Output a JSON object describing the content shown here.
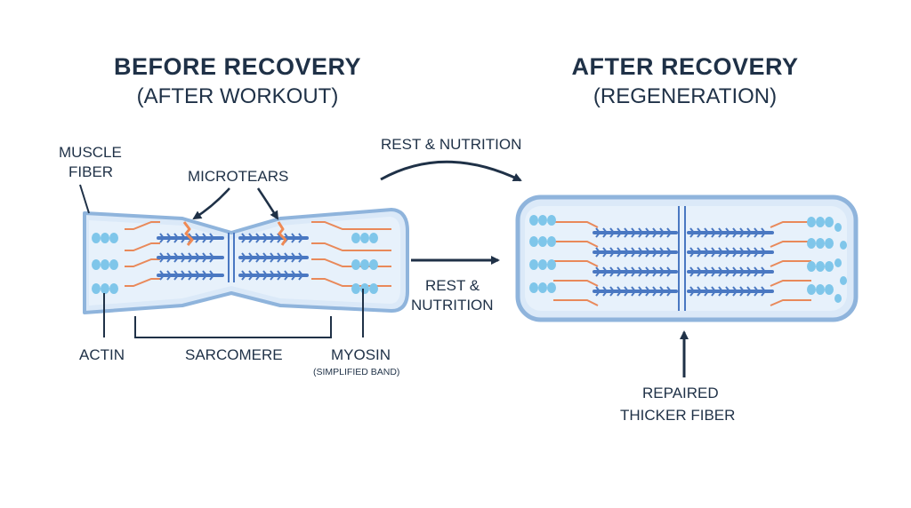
{
  "before": {
    "title": "BEFORE RECOVERY",
    "subtitle": "(AFTER WORKOUT)",
    "labels": {
      "muscle_fiber_line1": "MUSCLE",
      "muscle_fiber_line2": "FIBER",
      "microtears": "MICROTEARS",
      "actin": "ACTIN",
      "sarcomere": "SARCOMERE",
      "myosin": "MYOSIN",
      "myosin_note": "(SIMPLIFIED BAND)"
    }
  },
  "after": {
    "title": "AFTER RECOVERY",
    "subtitle": "(REGENERATION)",
    "labels": {
      "repaired_line1": "REPAIRED",
      "repaired_line2": "THICKER FIBER"
    }
  },
  "arrows": {
    "top_label": "REST & NUTRITION",
    "middle_line1": "REST &",
    "middle_line2": "NUTRITION"
  },
  "colors": {
    "text": "#1f3147",
    "fiber_fill": "#dbe9f8",
    "fiber_edge": "#8fb4dc",
    "myosin": "#4a78c2",
    "actin_line": "#e9895a",
    "tear": "#ef8a55",
    "nucleus": "#7fc6ea"
  }
}
